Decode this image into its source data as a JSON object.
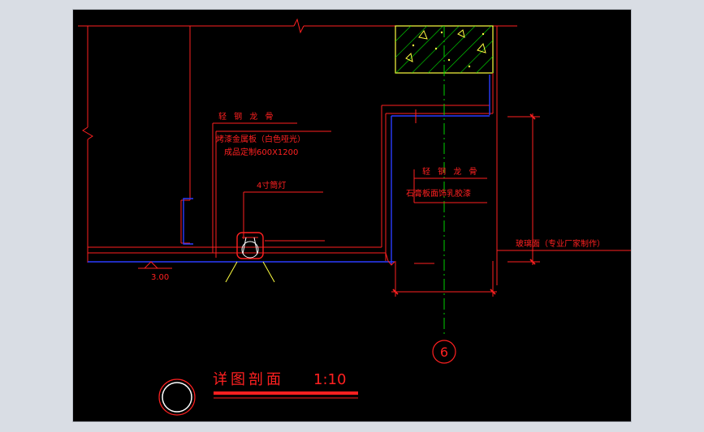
{
  "drawing": {
    "labels": {
      "light_keel_left": "轻 钢 龙 骨",
      "metal_panel_line1": "烤漆金属板（白色哑光）",
      "metal_panel_line2": "成品定制600X1200",
      "downlight": "4寸筒灯",
      "elevation": "3.00",
      "light_keel_right": "轻 钢 龙 骨",
      "gypsum_board": "石膏板面饰乳胶漆",
      "glass_surface": "玻璃面（专业厂家制作）",
      "axis_number": "6",
      "detail_title": "详图剖面",
      "scale": "1:10"
    },
    "colors": {
      "background": "#000000",
      "red": "#ff2020",
      "blue": "#2a3cff",
      "green": "#00d000",
      "yellow": "#ffff40",
      "white": "#ffffff"
    }
  }
}
